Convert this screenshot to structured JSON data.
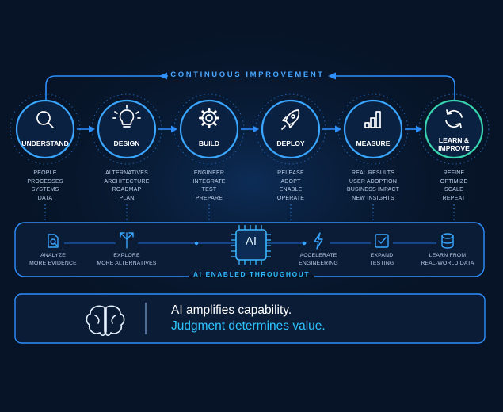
{
  "loop_label": "CONTINUOUS IMPROVEMENT",
  "stages": [
    {
      "label": "UNDERSTAND",
      "icon": "magnifier-icon",
      "items": [
        "PEOPLE",
        "PROCESSES",
        "SYSTEMS",
        "DATA"
      ]
    },
    {
      "label": "DESIGN",
      "icon": "lightbulb-icon",
      "items": [
        "ALTERNATIVES",
        "ARCHITECTURE",
        "ROADMAP",
        "PLAN"
      ]
    },
    {
      "label": "BUILD",
      "icon": "gear-icon",
      "items": [
        "ENGINEER",
        "INTEGRATE",
        "TEST",
        "PREPARE"
      ]
    },
    {
      "label": "DEPLOY",
      "icon": "rocket-icon",
      "items": [
        "RELEASE",
        "ADOPT",
        "ENABLE",
        "OPERATE"
      ]
    },
    {
      "label": "MEASURE",
      "icon": "bar-chart-icon",
      "items": [
        "REAL RESULTS",
        "USER ADOPTION",
        "BUSINESS IMPACT",
        "NEW INSIGHTS"
      ]
    },
    {
      "label": "LEARN & IMPROVE",
      "icon": "refresh-icon",
      "items": [
        "REFINE",
        "OPTIMIZE",
        "SCALE",
        "REPEAT"
      ]
    }
  ],
  "ai_tools": [
    {
      "lines": [
        "ANALYZE",
        "MORE EVIDENCE"
      ],
      "icon": "document-search-icon"
    },
    {
      "lines": [
        "EXPLORE",
        "MORE ALTERNATIVES"
      ],
      "icon": "branch-arrows-icon"
    },
    {
      "lines": [
        "ACCELERATE",
        "ENGINEERING"
      ],
      "icon": "lightning-icon"
    },
    {
      "lines": [
        "EXPAND",
        "TESTING"
      ],
      "icon": "checkbox-icon"
    },
    {
      "lines": [
        "LEARN FROM",
        "REAL-WORLD DATA"
      ],
      "icon": "database-icon"
    }
  ],
  "ai_chip_text": "AI",
  "ai_band_label": "AI ENABLED THROUGHOUT",
  "summary": {
    "icon": "brain-icon",
    "headline": "AI amplifies capability.",
    "subline": "Judgment determines value."
  },
  "colors": {
    "background": "#071427",
    "accent_blue": "#2e8fff",
    "accent_cyan": "#2fc4ff",
    "accent_green": "#37d6b0"
  }
}
